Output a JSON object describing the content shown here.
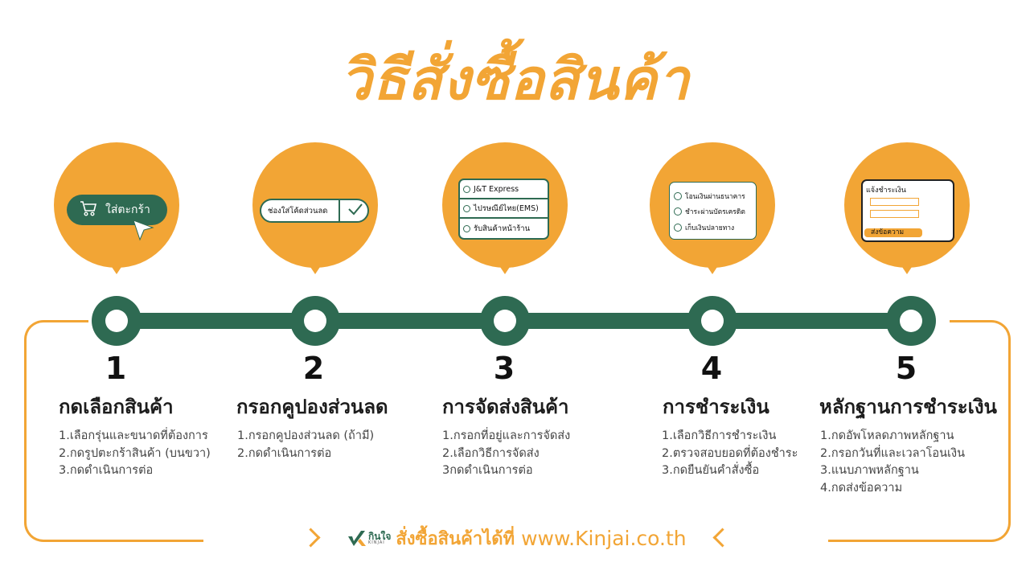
{
  "title": "วิธีสั่งซื้อสินค้า",
  "colors": {
    "accent": "#f2a535",
    "brand_green": "#2e6a52",
    "text": "#1d1d1d",
    "subtext": "#444444"
  },
  "steps": [
    {
      "number": "1",
      "title": "กดเลือกสินค้า",
      "items": [
        "1.เลือกรุ่นและขนาดที่ต้องการ",
        "2.กดรูปตะกร้าสินค้า (บนขวา)",
        "3.กดดำเนินการต่อ"
      ],
      "illustration": {
        "type": "button",
        "icon": "cart-icon",
        "label": "ใส่ตะกร้า",
        "cursor": "pointer-icon"
      }
    },
    {
      "number": "2",
      "title": "กรอกคูปองส่วนลด",
      "items": [
        "1.กรอกคูปองส่วนลด (ถ้ามี)",
        "2.กดดำเนินการต่อ"
      ],
      "illustration": {
        "type": "input",
        "placeholder": "ช่องใส่โค้ดส่วนลด",
        "icon": "check-icon"
      }
    },
    {
      "number": "3",
      "title": "การจัดส่งสินค้า",
      "items": [
        "1.กรอกที่อยู่และการจัดส่ง",
        "2.เลือกวิธีการจัดส่ง",
        "3กดดำเนินการต่อ"
      ],
      "illustration": {
        "type": "radio-list",
        "options": [
          "J&T Express",
          "ไปรษณีย์ไทย(EMS)",
          "รับสินค้าหน้าร้าน"
        ]
      }
    },
    {
      "number": "4",
      "title": "การชำระเงิน",
      "items": [
        "1.เลือกวิธีการชำระเงิน",
        "2.ตรวจสอบยอดที่ต้องชำระ",
        "3.กดยืนยันคำสั่งซื้อ"
      ],
      "illustration": {
        "type": "radio-list",
        "options": [
          "โอนเงินผ่านธนาคาร",
          "ชำระผ่านบัตรเครดิต",
          "เก็บเงินปลายทาง"
        ]
      }
    },
    {
      "number": "5",
      "title": "หลักฐานการชำระเงิน",
      "items": [
        "1.กดอัพโหลดภาพหลักฐาน",
        "2.กรอกวันที่และเวลาโอนเงิน",
        "3.แนบภาพหลักฐาน",
        "4.กดส่งข้อความ"
      ],
      "illustration": {
        "type": "form",
        "title": "แจ้งชำระเงิน",
        "fields": 2,
        "button": "ส่งข้อความ"
      }
    }
  ],
  "footer": {
    "logo_th": "กินใจ",
    "logo_en": "KINJAI",
    "text": "สั่งซื้อสินค้าได้ที่",
    "url": "www.Kinjai.co.th"
  }
}
